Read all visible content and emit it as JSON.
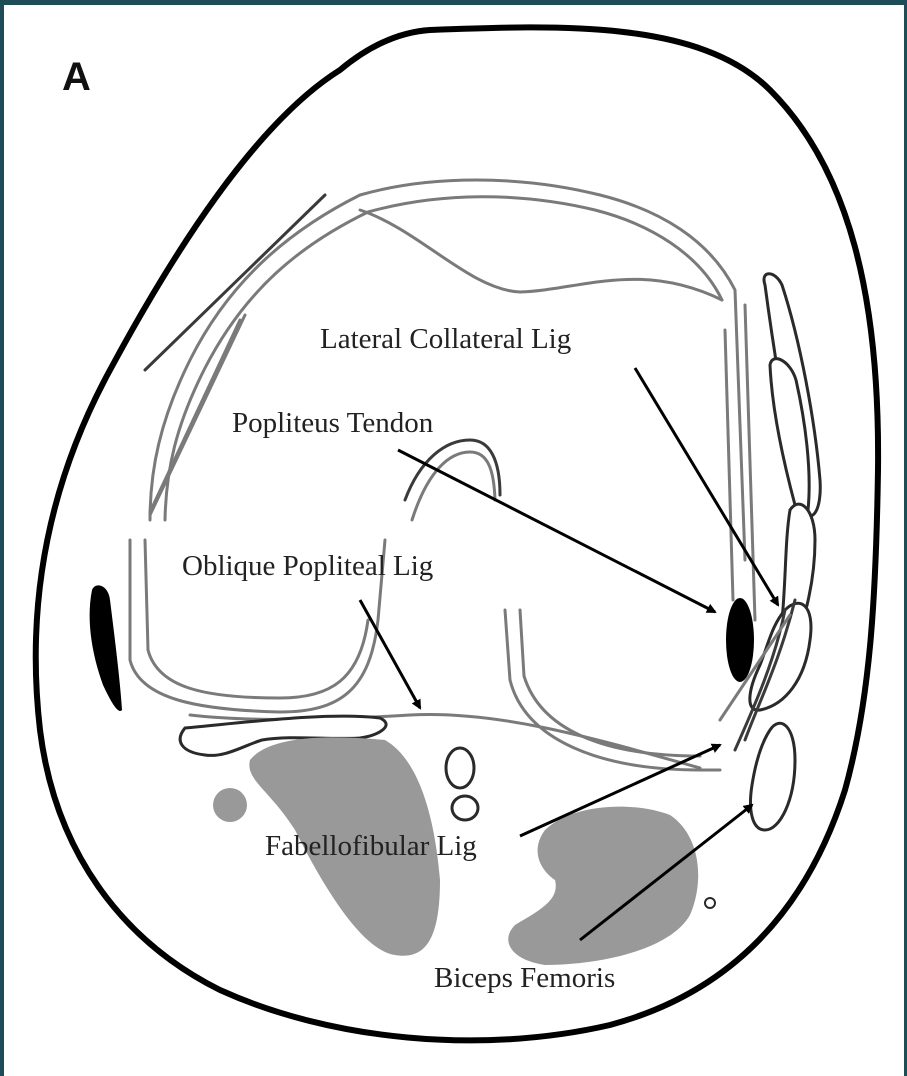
{
  "figure": {
    "panel_letter": "A",
    "labels": {
      "lateral_collateral_lig": "Lateral Collateral Lig",
      "popliteus_tendon": "Popliteus Tendon",
      "oblique_popliteal_lig": "Oblique Popliteal Lig",
      "fabellofibular_lig": "Fabellofibular Lig",
      "biceps_femoris": "Biceps Femoris"
    }
  },
  "colors": {
    "border": "#1e4d57",
    "muscle_fill": "#999999",
    "outline": "#000000",
    "bone_line": "#7a7a7a"
  }
}
